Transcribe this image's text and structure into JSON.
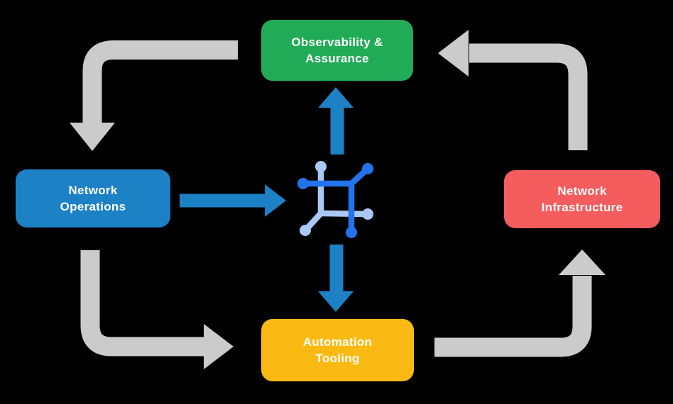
{
  "canvas": {
    "background": "#000000",
    "text_color": "#FFFFFF"
  },
  "colors": {
    "arrow_gray": "#CBCBCB",
    "arrow_blue": "#1C81C5",
    "icon_dark_blue": "#2374EC",
    "icon_light_blue": "#A9C8F3"
  },
  "nodes": [
    {
      "id": "observability-assurance",
      "label": "Observability &\nAssurance",
      "color": "#21AB57"
    },
    {
      "id": "network-operations",
      "label": "Network\nOperations",
      "color": "#1C81C5"
    },
    {
      "id": "network-infrastructure",
      "label": "Network\nInfrastructure",
      "color": "#F55C5E"
    },
    {
      "id": "automation-tooling",
      "label": "Automation\nTooling",
      "color": "#FBBA13"
    }
  ],
  "center_icon": {
    "name": "network-automation-icon"
  },
  "arrows": [
    {
      "id": "observability-to-operations",
      "style": "gray-elbow"
    },
    {
      "id": "operations-to-automation",
      "style": "gray-elbow"
    },
    {
      "id": "automation-to-infrastructure",
      "style": "gray-elbow"
    },
    {
      "id": "infrastructure-to-observability",
      "style": "gray-elbow"
    },
    {
      "id": "operations-to-center",
      "style": "blue-straight"
    },
    {
      "id": "center-to-observability",
      "style": "blue-straight"
    },
    {
      "id": "center-to-automation",
      "style": "blue-straight"
    }
  ]
}
